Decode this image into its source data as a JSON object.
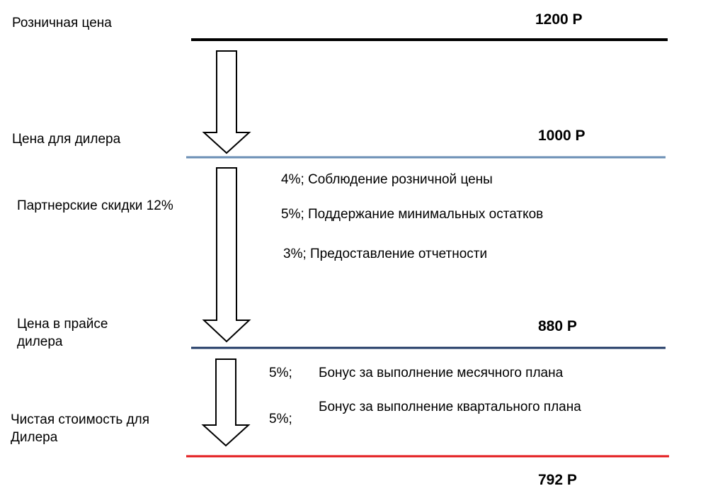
{
  "levels": [
    {
      "label": "Розничная цена",
      "price": "1200 Р",
      "color": "#000000"
    },
    {
      "label": "Цена для дилера",
      "price": "1000 Р",
      "color": "#6b8fb5"
    },
    {
      "label_lines": [
        "Цена в  прайсе",
        "дилера"
      ],
      "price": "880 Р",
      "color": "#1f3864"
    },
    {
      "label_lines": [
        "Чистая стоимость для",
        "Дилера"
      ],
      "price": "792 Р",
      "color": "#e31a1c"
    }
  ],
  "partner": {
    "label": "Партнерские скидки 12%",
    "items": [
      "4%; Соблюдение  розничной цены",
      "5%;  Поддержание минимальных остатков",
      "3%; Предоставление  отчетности"
    ]
  },
  "bonus": {
    "items": [
      {
        "pct": "5%;",
        "text": "Бонус за выполнение  месячного плана"
      },
      {
        "pct": "5%;",
        "text": "Бонус за выполнение  квартального плана"
      }
    ]
  }
}
